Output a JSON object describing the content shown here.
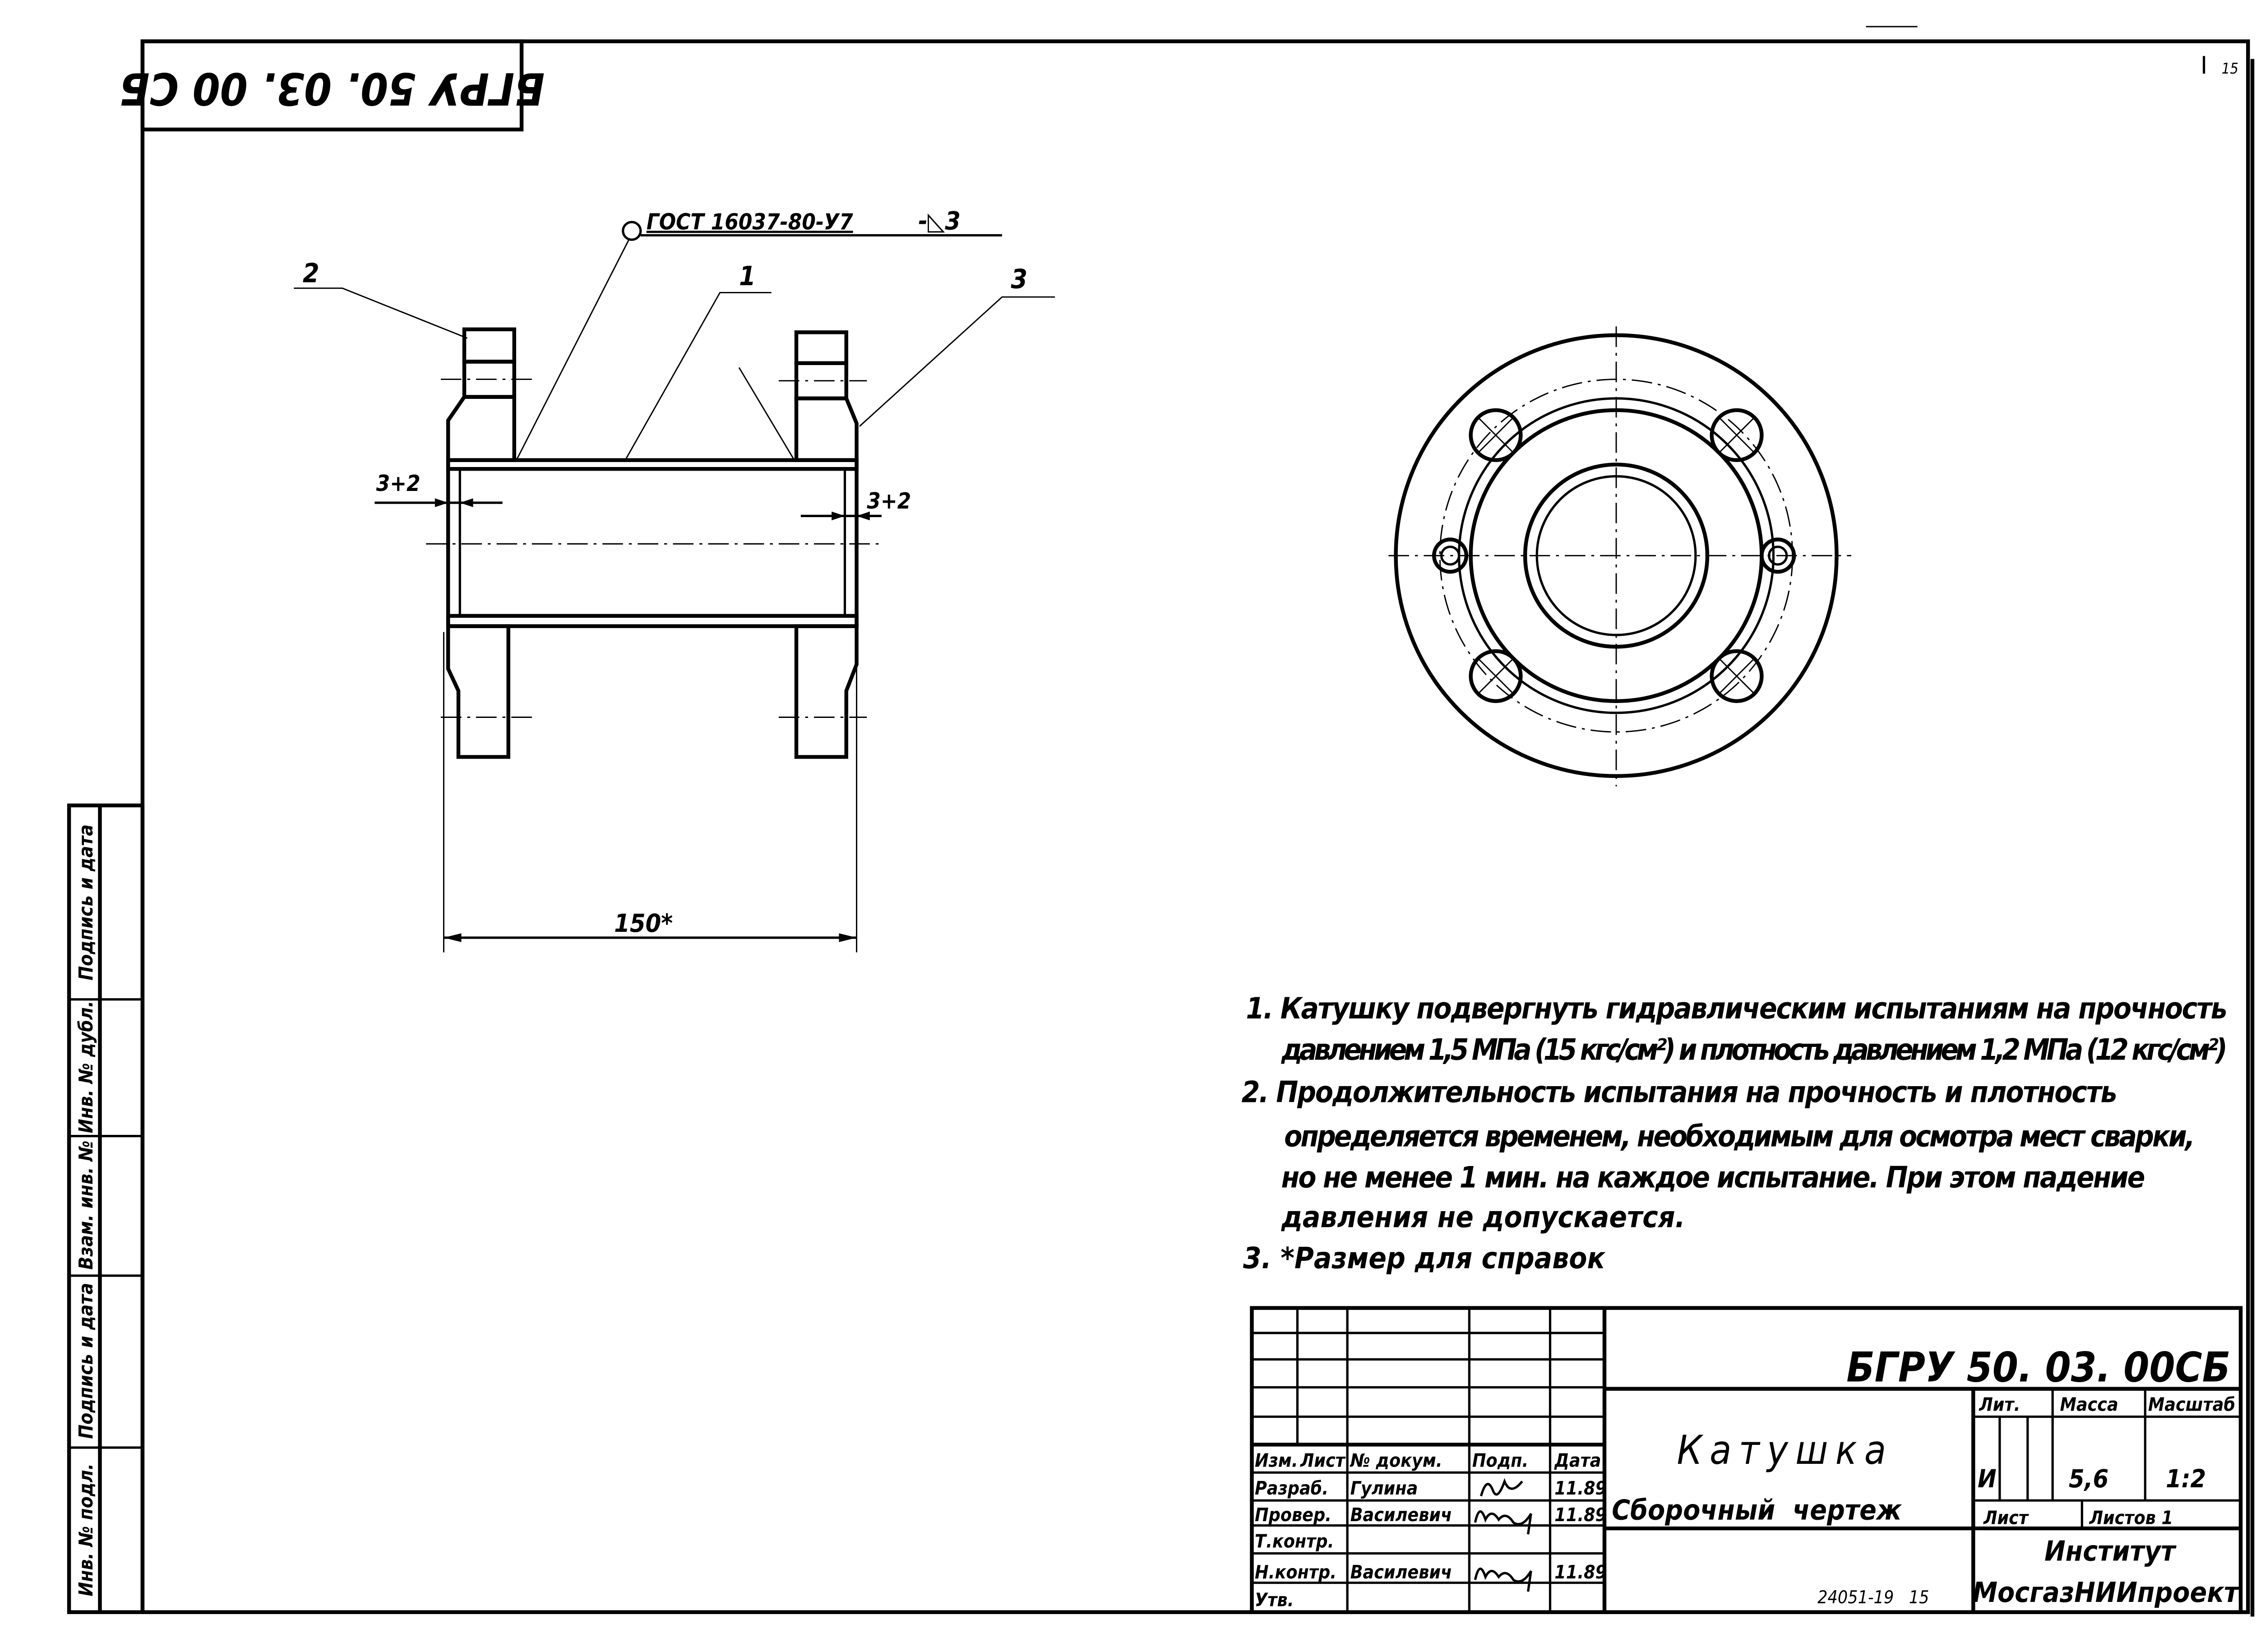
{
  "drawing": {
    "top_stamp": "БГРУ 50. 03. 00 СБ",
    "sheet_mark": "15",
    "gost_label": "ГОСТ 16037-80-У7",
    "weld_symbol": "-◺3",
    "callouts": [
      "1",
      "2",
      "3"
    ],
    "gap_left": "3+2",
    "gap_right": "3+2",
    "length_dim": "150*"
  },
  "side_strip": {
    "labels": [
      "Инв. № подл.",
      "Подпись и дата",
      "Взам. инв. №",
      "Инв. № дубл.",
      "Подпись и дата"
    ]
  },
  "notes": [
    "1. Катушку подвергнуть гидравлическим испытаниям на прочность",
    "давлением 1,5 МПа (15 кгс/см²) и плотность давлением 1,2 МПа (12 кгс/см²)",
    "2. Продолжительность испытания на прочность и плотность",
    "определяется временем, необходимым для осмотра мест сварки,",
    "но не менее 1 мин. на каждое испытание. При этом падение",
    "давления не допускается.",
    "3. *Размер для справок"
  ],
  "title_block": {
    "designation": "БГРУ 50. 03. 00СБ",
    "name": "Катушка",
    "doc_type": "Сборочный  чертеж",
    "headers": [
      "Изм.",
      "Лист",
      "№ докум.",
      "Подп.",
      "Дата"
    ],
    "rows": [
      {
        "role": "Разраб.",
        "name": "Гулина",
        "date": "11.89"
      },
      {
        "role": "Провер.",
        "name": "Василевич",
        "date": "11.89"
      },
      {
        "role": "Т.контр.",
        "name": "",
        "date": ""
      },
      {
        "role": "Н.контр.",
        "name": "Василевич",
        "date": "11.89"
      },
      {
        "role": "Утв.",
        "name": "",
        "date": ""
      }
    ],
    "lit_label": "Лит.",
    "mass_label": "Масса",
    "scale_label": "Масштаб",
    "lit_value": "И",
    "mass_value": "5,6",
    "scale_value": "1:2",
    "sheet_label": "Лист",
    "sheets_label": "Листов 1",
    "org_line1": "Институт",
    "org_line2": "МосгазНИИпроект",
    "archive_no": "24051-19   15"
  }
}
